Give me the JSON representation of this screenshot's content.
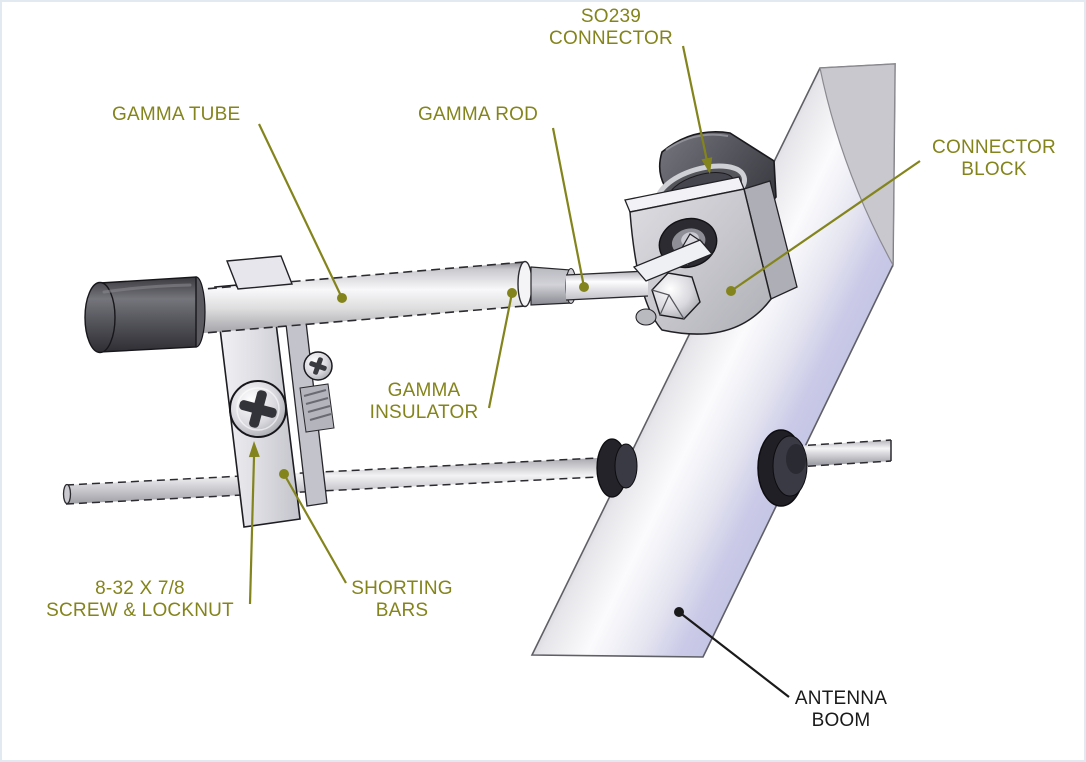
{
  "diagram": {
    "subject": "Gamma match assembly exploded-view diagram",
    "background": "#ffffff"
  },
  "labels": {
    "so239": {
      "line1": "SO239",
      "line2": "CONNECTOR"
    },
    "gamma_tube": {
      "line1": "GAMMA TUBE"
    },
    "gamma_rod": {
      "line1": "GAMMA ROD"
    },
    "connector_block": {
      "line1": "CONNECTOR",
      "line2": "BLOCK"
    },
    "gamma_insulator": {
      "line1": "GAMMA",
      "line2": "INSULATOR"
    },
    "screw_locknut": {
      "line1": "8-32 X 7/8",
      "line2": "SCREW & LOCKNUT"
    },
    "shorting_bars": {
      "line1": "SHORTING",
      "line2": "BARS"
    },
    "antenna_boom": {
      "line1": "ANTENNA",
      "line2": "BOOM"
    }
  },
  "colors": {
    "label_olive": "#84841c",
    "label_black": "#1a1a1a",
    "metal_light": "#f6f6f8",
    "metal_mid": "#c6c6ce",
    "boom_lavender": "#c3c3e4",
    "cap_dark": "#3a3a3f",
    "grommet_black": "#1f1f25"
  }
}
